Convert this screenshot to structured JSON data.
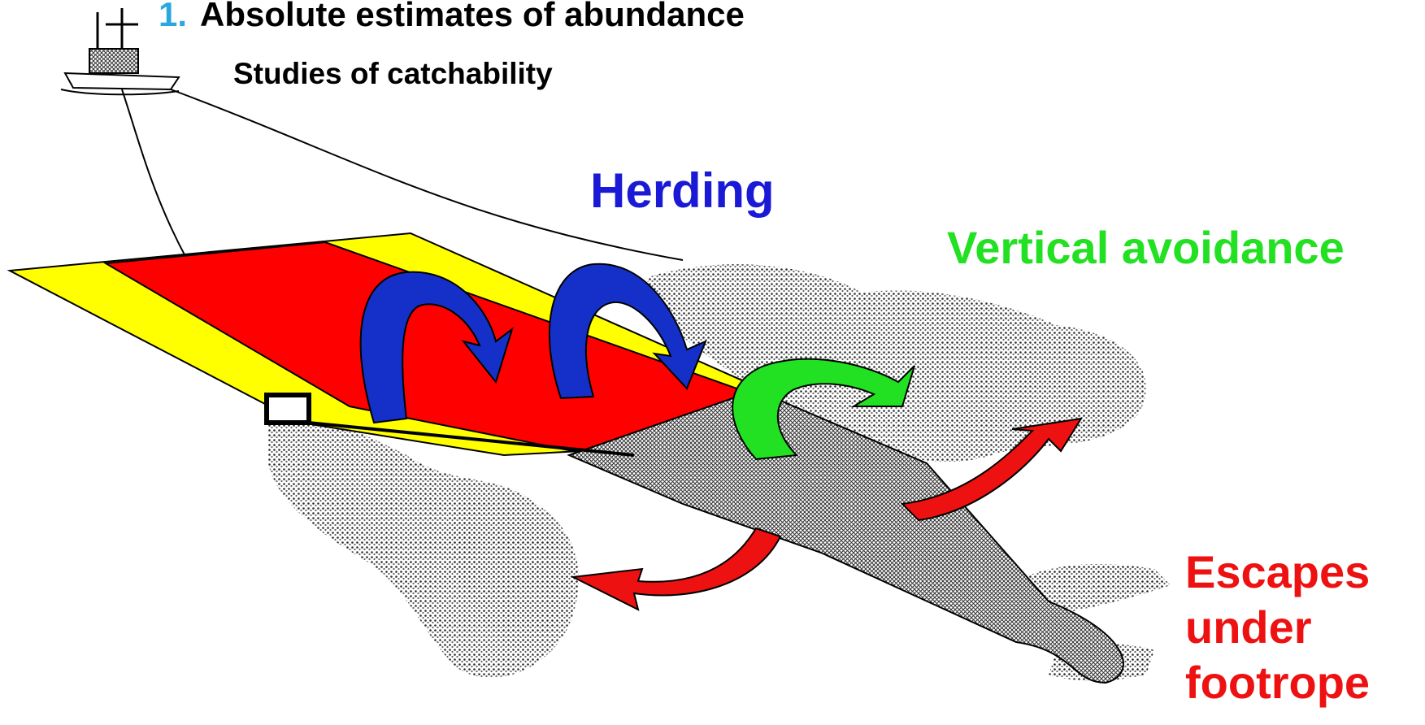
{
  "header": {
    "number": "1.",
    "title": "Absolute estimates of abundance",
    "subtitle": "Studies of catchability"
  },
  "labels": {
    "herding": "Herding",
    "vertical_avoidance": "Vertical avoidance",
    "escapes_lines": [
      "Escapes",
      "under",
      "footrope"
    ]
  },
  "colors": {
    "title_number": "#29a8e0",
    "herding": "#1a1ad6",
    "vertical_avoidance": "#22e022",
    "escapes": "#ee1111",
    "sweep_wing": "#ffff00",
    "net_body": "#ff0000",
    "herding_arrow": "#1530c8",
    "avoidance_arrow": "#22e022",
    "escape_arrow": "#ee1111",
    "seabed": "#444444"
  },
  "icons": [
    "trawler-icon",
    "otter-board-icon"
  ]
}
